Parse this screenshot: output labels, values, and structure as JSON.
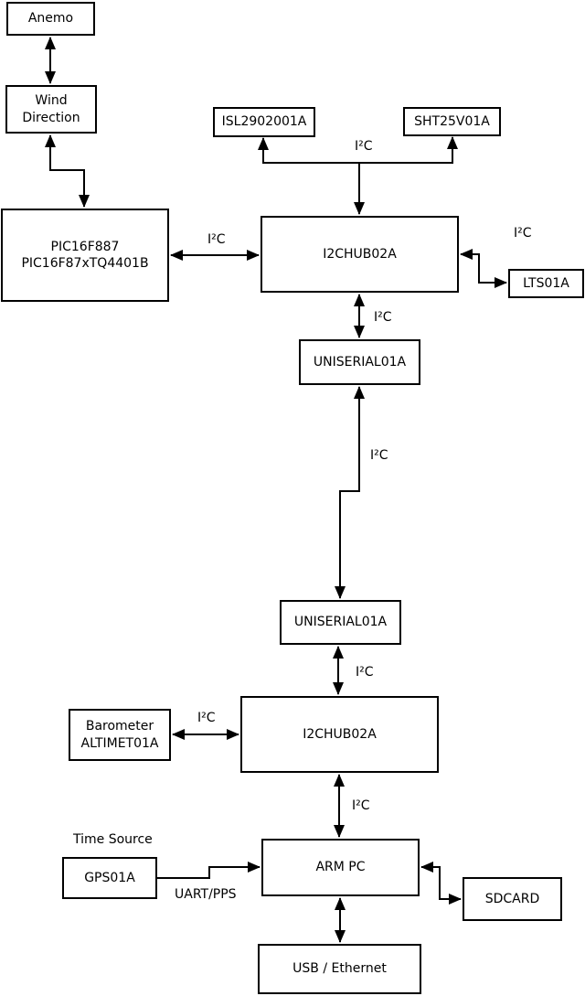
{
  "colors": {
    "line": "#000000",
    "background": "#ffffff",
    "box_fill": "#ffffff",
    "text": "#000000"
  },
  "diagram": {
    "nodes": {
      "anemo": {
        "label": "Anemo"
      },
      "wind_direction": {
        "label": "Wind\nDirection"
      },
      "pic": {
        "label": "PIC16F887\nPIC16F87xTQ4401B"
      },
      "isl": {
        "label": "ISL2902001A"
      },
      "sht": {
        "label": "SHT25V01A"
      },
      "hub1": {
        "label": "I2CHUB02A"
      },
      "lts": {
        "label": "LTS01A"
      },
      "uniserial1": {
        "label": "UNISERIAL01A"
      },
      "uniserial2": {
        "label": "UNISERIAL01A"
      },
      "hub2": {
        "label": "I2CHUB02A"
      },
      "barometer": {
        "label": "Barometer\nALTIMET01A"
      },
      "armpc": {
        "label": "ARM PC"
      },
      "gps": {
        "label": "GPS01A"
      },
      "sdcard": {
        "label": "SDCARD"
      },
      "usb": {
        "label": "USB / Ethernet"
      }
    },
    "edge_labels": {
      "i2c_sensors": "I²C",
      "i2c_pic_hub1": "I²C",
      "i2c_hub1_lts": "I²C",
      "i2c_hub1_uniserial1": "I²C",
      "i2c_uniserial_link": "I²C",
      "i2c_uniserial2_hub2": "I²C",
      "i2c_barometer_hub2": "I²C",
      "i2c_hub2_armpc": "I²C",
      "time_source": "Time Source",
      "uart_pps": "UART/PPS"
    }
  }
}
